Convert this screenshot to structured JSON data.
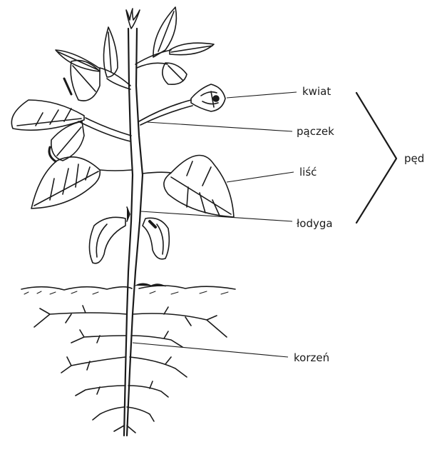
{
  "labels": {
    "flower": "kwiat",
    "bud": "pączek",
    "leaf": "liść",
    "stem": "łodyga",
    "root": "korzeń",
    "shoot": "pęd"
  },
  "colors": {
    "ink": "#1a1a1a",
    "background": "#ffffff"
  }
}
